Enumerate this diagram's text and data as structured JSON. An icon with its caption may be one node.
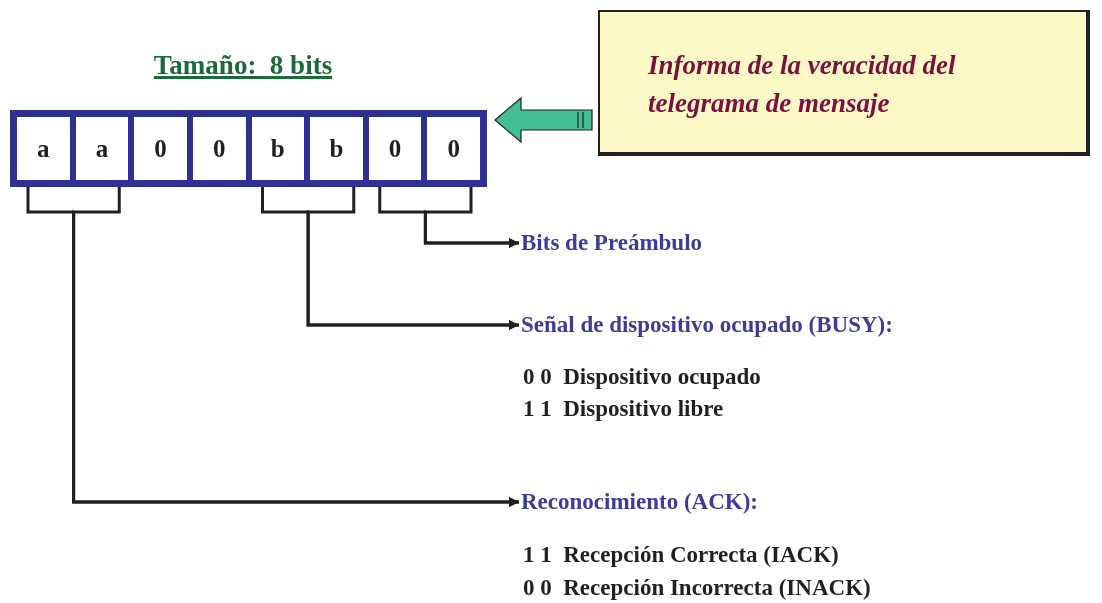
{
  "diagram": {
    "title": "Tamaño:  8 bits",
    "nodes": [
      {
        "text": [],
        "shape": "box"
      },
      {
        "text": [
          "a"
        ],
        "in": 0
      },
      {
        "text": [
          "a"
        ],
        "in": 0
      },
      {
        "text": [
          "0"
        ],
        "in": 0
      },
      {
        "text": [
          "0"
        ],
        "in": 0
      },
      {
        "text": [
          "b"
        ],
        "in": 0
      },
      {
        "text": [
          "b"
        ],
        "in": 0
      },
      {
        "text": [
          "0"
        ],
        "in": 0
      },
      {
        "text": [
          "0"
        ],
        "in": 0
      },
      {
        "text": [
          "Informa de la veracidad del telegrama de mensaje"
        ]
      },
      {
        "text": [
          "Bits de Preámbulo"
        ]
      },
      {
        "text": [
          "Señal de dispositivo ocupado (BUSY):"
        ],
        "beside": [
          "0 0  Dispositivo ocupado",
          "1 1  Dispositivo libre"
        ]
      },
      {
        "text": [
          "Reconocimiento (ACK):"
        ],
        "beside": [
          "1 1  Recepción Correcta (IACK)",
          "0 0  Recepción Incorrecta (INACK)"
        ]
      }
    ],
    "edges": [
      {
        "from": 9,
        "to": 0,
        "arrow": "to",
        "style": "thick",
        "color": "#43bf94"
      },
      {
        "from": 7,
        "to": 10,
        "arrow": "to"
      },
      {
        "from": 8,
        "to": 10,
        "arrow": "to"
      },
      {
        "from": 5,
        "to": 11,
        "arrow": "to"
      },
      {
        "from": 6,
        "to": 11,
        "arrow": "to"
      },
      {
        "from": 1,
        "to": 12,
        "arrow": "to"
      },
      {
        "from": 2,
        "to": 12,
        "arrow": "to"
      }
    ]
  }
}
